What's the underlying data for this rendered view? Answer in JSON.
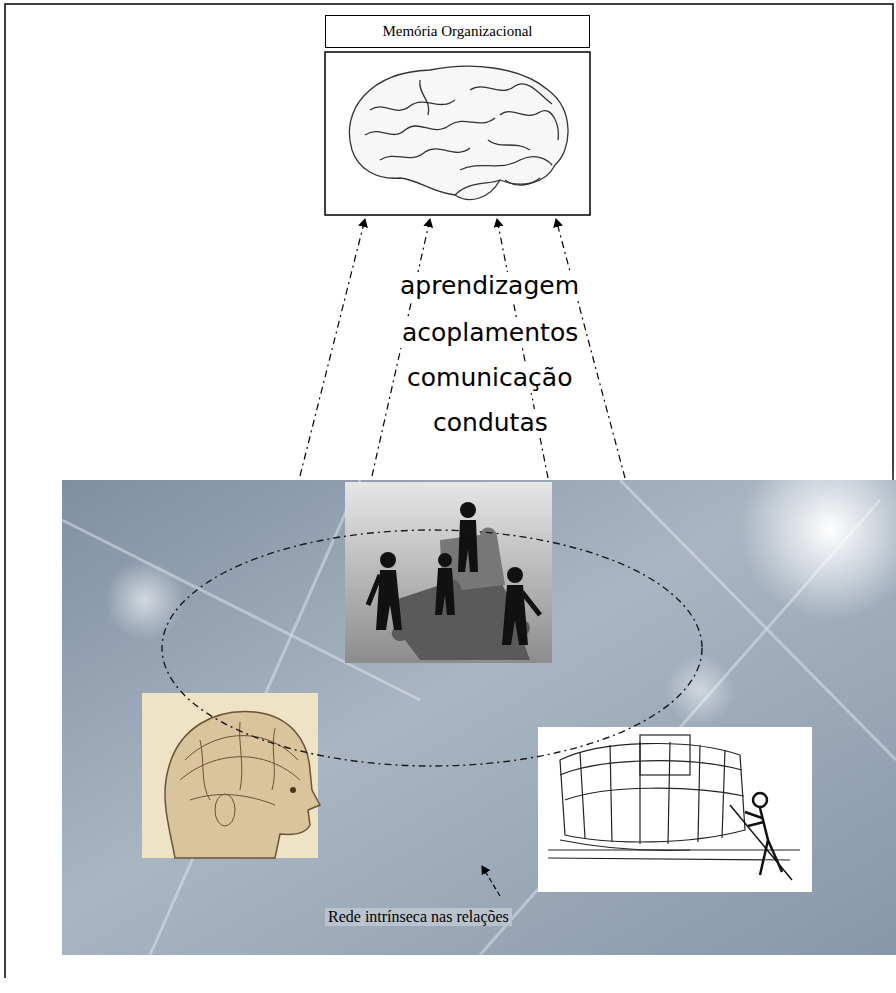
{
  "diagram": {
    "nodes": [
      {
        "text": [
          "Memória Organizacional"
        ]
      }
    ],
    "labels": [
      "aprendizagem",
      "acoplamentos",
      "comunicação",
      "condutas",
      "Rede intrínseca nas relações"
    ]
  }
}
